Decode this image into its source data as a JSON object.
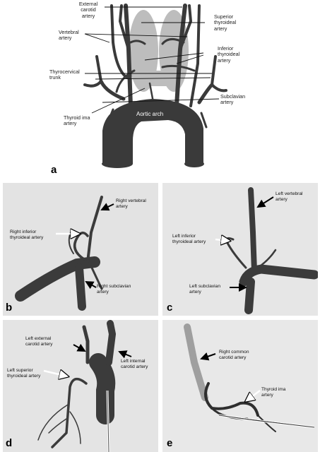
{
  "panel_a": {
    "letter": "a",
    "labels": {
      "external_carotid": "External\ncarotid\nartery",
      "vertebral": "Vertebral\nartery",
      "thyrocervical": "Thyrocervical\ntrunk",
      "thyroid_ima": "Thyroid ima\nartery",
      "aortic_arch": "Aortic arch",
      "superior_thyroidal": "Superior\nthyroideal\nartery",
      "inferior_thyroidal": "Inferior\nthyroideal\nartery",
      "subclavian": "Subclavian\nartery"
    }
  },
  "panel_b": {
    "letter": "b",
    "labels": {
      "right_vertebral": "Right vertebral\nartery",
      "right_inferior_thyroidal": "Right inferior\nthyroideal artery",
      "right_subclavian": "Right subclavian\nartery"
    }
  },
  "panel_c": {
    "letter": "c",
    "labels": {
      "left_vertebral": "Left vertebral\nartery",
      "left_inferior_thyroidal": "Left inferior\nthyroideal artery",
      "left_subclavian": "Left subclavian\nartery"
    }
  },
  "panel_d": {
    "letter": "d",
    "labels": {
      "left_external_carotid": "Left external\ncarotid artery",
      "left_superior_thyroidal": "Left superior\nthyroideal artery",
      "left_internal_carotid": "Left internal\ncarotid artery"
    }
  },
  "panel_e": {
    "letter": "e",
    "labels": {
      "right_common_carotid": "Right common\ncarotid artery",
      "thyroid_ima": "Thyroid ima\nartery"
    }
  }
}
